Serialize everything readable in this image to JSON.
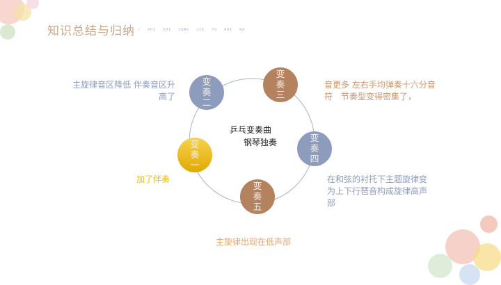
{
  "header": {
    "title": "知识总结与归纳",
    "pinyin": "/ ZHI SHI ZONG JIE YU GUI NA"
  },
  "center": {
    "line1": "乒乓变奏曲",
    "line2": "钢琴独奏"
  },
  "nodes": [
    {
      "label": [
        "变",
        "奏",
        "一"
      ],
      "desc": "加了伴奏"
    },
    {
      "label": [
        "变",
        "奏",
        "二"
      ],
      "desc": "主旋律音区降低 伴奏音区升高了"
    },
    {
      "label": [
        "变",
        "奏",
        "三"
      ],
      "desc": "音更多 左右手均弹奏十六分音符　节奏型变得密集了，"
    },
    {
      "label": [
        "变",
        "奏",
        "四"
      ],
      "desc": "在和弦的衬托下主题旋律变为上下行琶音构成旋律高声部"
    },
    {
      "label": [
        "变",
        "奏",
        "五"
      ],
      "desc": "主旋律出现在低声部"
    }
  ],
  "colors": {
    "blue": "#8d9bbd",
    "brown": "#b5825f",
    "gold": "#f0bd1c"
  }
}
